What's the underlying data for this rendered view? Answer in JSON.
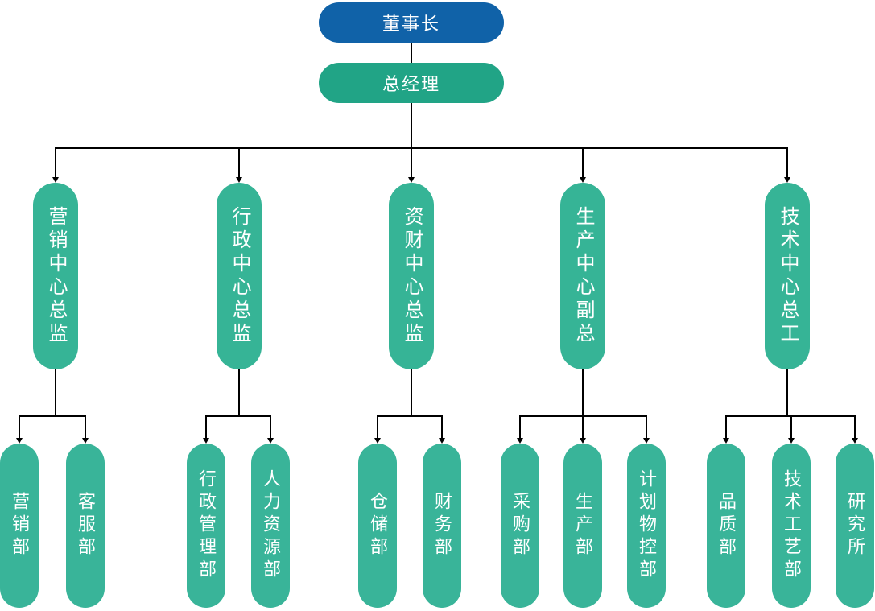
{
  "colors": {
    "root_box": "#1062a8",
    "general_manager_box": "#21a486",
    "branch_box": "#36b496",
    "leaf_box": "#39b499",
    "connector_line": "#000000",
    "node_text": "#ffffff",
    "background": "#ffffff"
  },
  "root": {
    "label": "董事长"
  },
  "general_manager": {
    "label": "总经理"
  },
  "branches": [
    {
      "label": "营销中心总监",
      "children": [
        {
          "label": "营销部"
        },
        {
          "label": "客服部"
        }
      ]
    },
    {
      "label": "行政中心总监",
      "children": [
        {
          "label": "行政管理部"
        },
        {
          "label": "人力资源部"
        }
      ]
    },
    {
      "label": "资财中心总监",
      "children": [
        {
          "label": "仓储部"
        },
        {
          "label": "财务部"
        }
      ]
    },
    {
      "label": "生产中心副总",
      "children": [
        {
          "label": "采购部"
        },
        {
          "label": "生产部"
        },
        {
          "label": "计划物控部"
        }
      ]
    },
    {
      "label": "技术中心总工",
      "children": [
        {
          "label": "品质部"
        },
        {
          "label": "技术工艺部"
        },
        {
          "label": "研究所"
        }
      ]
    }
  ]
}
